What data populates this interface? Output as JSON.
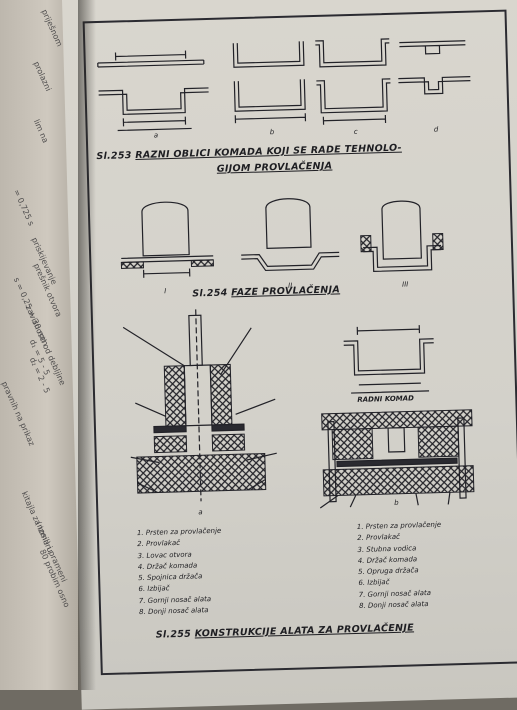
{
  "left_page": {
    "fragments": [
      "priješnom",
      "prolazni",
      "lim na",
      "= 0,725 s",
      "priskijevanje",
      "prešnik otvora",
      "s = 0,25 + 30 mm",
      "zavisnosti od debljine",
      "d₁ = 5 - 5",
      "d₂ = 2 - 5",
      "pravnih na prikaz",
      "kitajla za izmaru",
      "(nosil) i prameni",
      "80 probim osno"
    ]
  },
  "fig253": {
    "caption_prefix": "Sl.253",
    "caption_line1": "RAZNI OBLICI KOMADA KOJI SE RADE TEHNOLO-",
    "caption_line2": "GIJOM PROVLAČENJA",
    "sublabels": [
      "a",
      "b",
      "c",
      "d"
    ]
  },
  "fig254": {
    "caption_prefix": "Sl.254",
    "caption_text": "FAZE PROVLAČENJA",
    "sublabels": [
      "I",
      "II",
      "III"
    ]
  },
  "fig255": {
    "caption_prefix": "Sl.255",
    "caption_text": "KONSTRUKCIJE  ALATA ZA PROVLAČENJE",
    "part_label": "RADNI KOMAD",
    "sublabels": [
      "a",
      "b"
    ],
    "legend_a": [
      "1. Prsten za provlačenje",
      "2. Provlakač",
      "3. Lovac otvora",
      "4. Držač komada",
      "5. Spojnica držača",
      "6. Izbijač",
      "7. Gornji nosač alata",
      "8. Donji nosač alata"
    ],
    "legend_b": [
      "1. Prsten za provlačenje",
      "2. Provlakač",
      "3. Stubna vodica",
      "4. Držač komada",
      "5. Opruga držača",
      "6. Izbijač",
      "7. Gornji nosač alata",
      "8. Donji nosač alata"
    ]
  }
}
